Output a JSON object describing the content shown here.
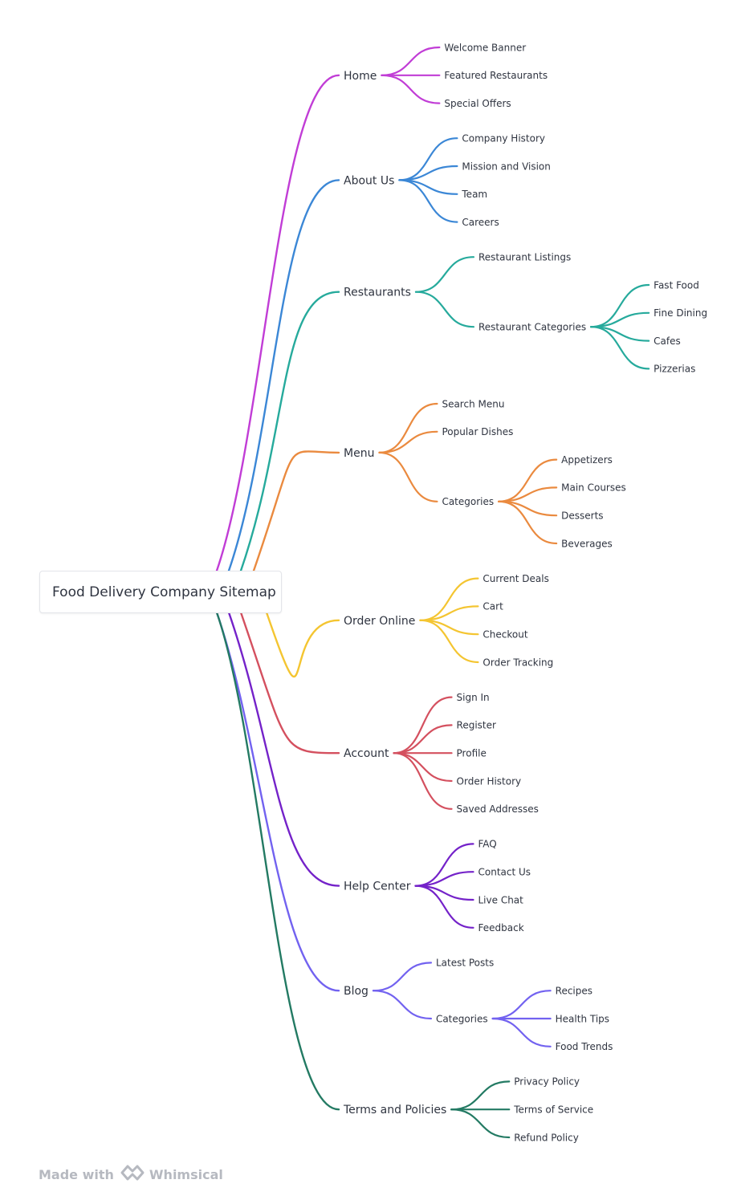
{
  "title": "Food Delivery Company Sitemap",
  "branches": [
    {
      "label": "Home",
      "color": "#c13dd6",
      "children": [
        {
          "label": "Welcome Banner"
        },
        {
          "label": "Featured Restaurants"
        },
        {
          "label": "Special Offers"
        }
      ]
    },
    {
      "label": "About Us",
      "color": "#3b87d6",
      "children": [
        {
          "label": "Company History"
        },
        {
          "label": "Mission and Vision"
        },
        {
          "label": "Team"
        },
        {
          "label": "Careers"
        }
      ]
    },
    {
      "label": "Restaurants",
      "color": "#26aa9c",
      "children": [
        {
          "label": "Restaurant Listings"
        },
        {
          "label": "Restaurant Categories",
          "children": [
            {
              "label": "Fast Food"
            },
            {
              "label": "Fine Dining"
            },
            {
              "label": "Cafes"
            },
            {
              "label": "Pizzerias"
            }
          ]
        }
      ]
    },
    {
      "label": "Menu",
      "color": "#ea8a3f",
      "children": [
        {
          "label": "Search Menu"
        },
        {
          "label": "Popular Dishes"
        },
        {
          "label": "Categories",
          "children": [
            {
              "label": "Appetizers"
            },
            {
              "label": "Main Courses"
            },
            {
              "label": "Desserts"
            },
            {
              "label": "Beverages"
            }
          ]
        }
      ]
    },
    {
      "label": "Order Online",
      "color": "#f4c531",
      "children": [
        {
          "label": "Current Deals"
        },
        {
          "label": "Cart"
        },
        {
          "label": "Checkout"
        },
        {
          "label": "Order Tracking"
        }
      ]
    },
    {
      "label": "Account",
      "color": "#d4505f",
      "children": [
        {
          "label": "Sign In"
        },
        {
          "label": "Register"
        },
        {
          "label": "Profile"
        },
        {
          "label": "Order History"
        },
        {
          "label": "Saved Addresses"
        }
      ]
    },
    {
      "label": "Help Center",
      "color": "#7422c9",
      "children": [
        {
          "label": "FAQ"
        },
        {
          "label": "Contact Us"
        },
        {
          "label": "Live Chat"
        },
        {
          "label": "Feedback"
        }
      ]
    },
    {
      "label": "Blog",
      "color": "#7262f0",
      "children": [
        {
          "label": "Latest Posts"
        },
        {
          "label": "Categories",
          "children": [
            {
              "label": "Recipes"
            },
            {
              "label": "Health Tips"
            },
            {
              "label": "Food Trends"
            }
          ]
        }
      ]
    },
    {
      "label": "Terms and Policies",
      "color": "#237a63",
      "children": [
        {
          "label": "Privacy Policy"
        },
        {
          "label": "Terms of Service"
        },
        {
          "label": "Refund Policy"
        }
      ]
    }
  ],
  "footer": {
    "made_with": "Made with",
    "brand": "Whimsical"
  }
}
